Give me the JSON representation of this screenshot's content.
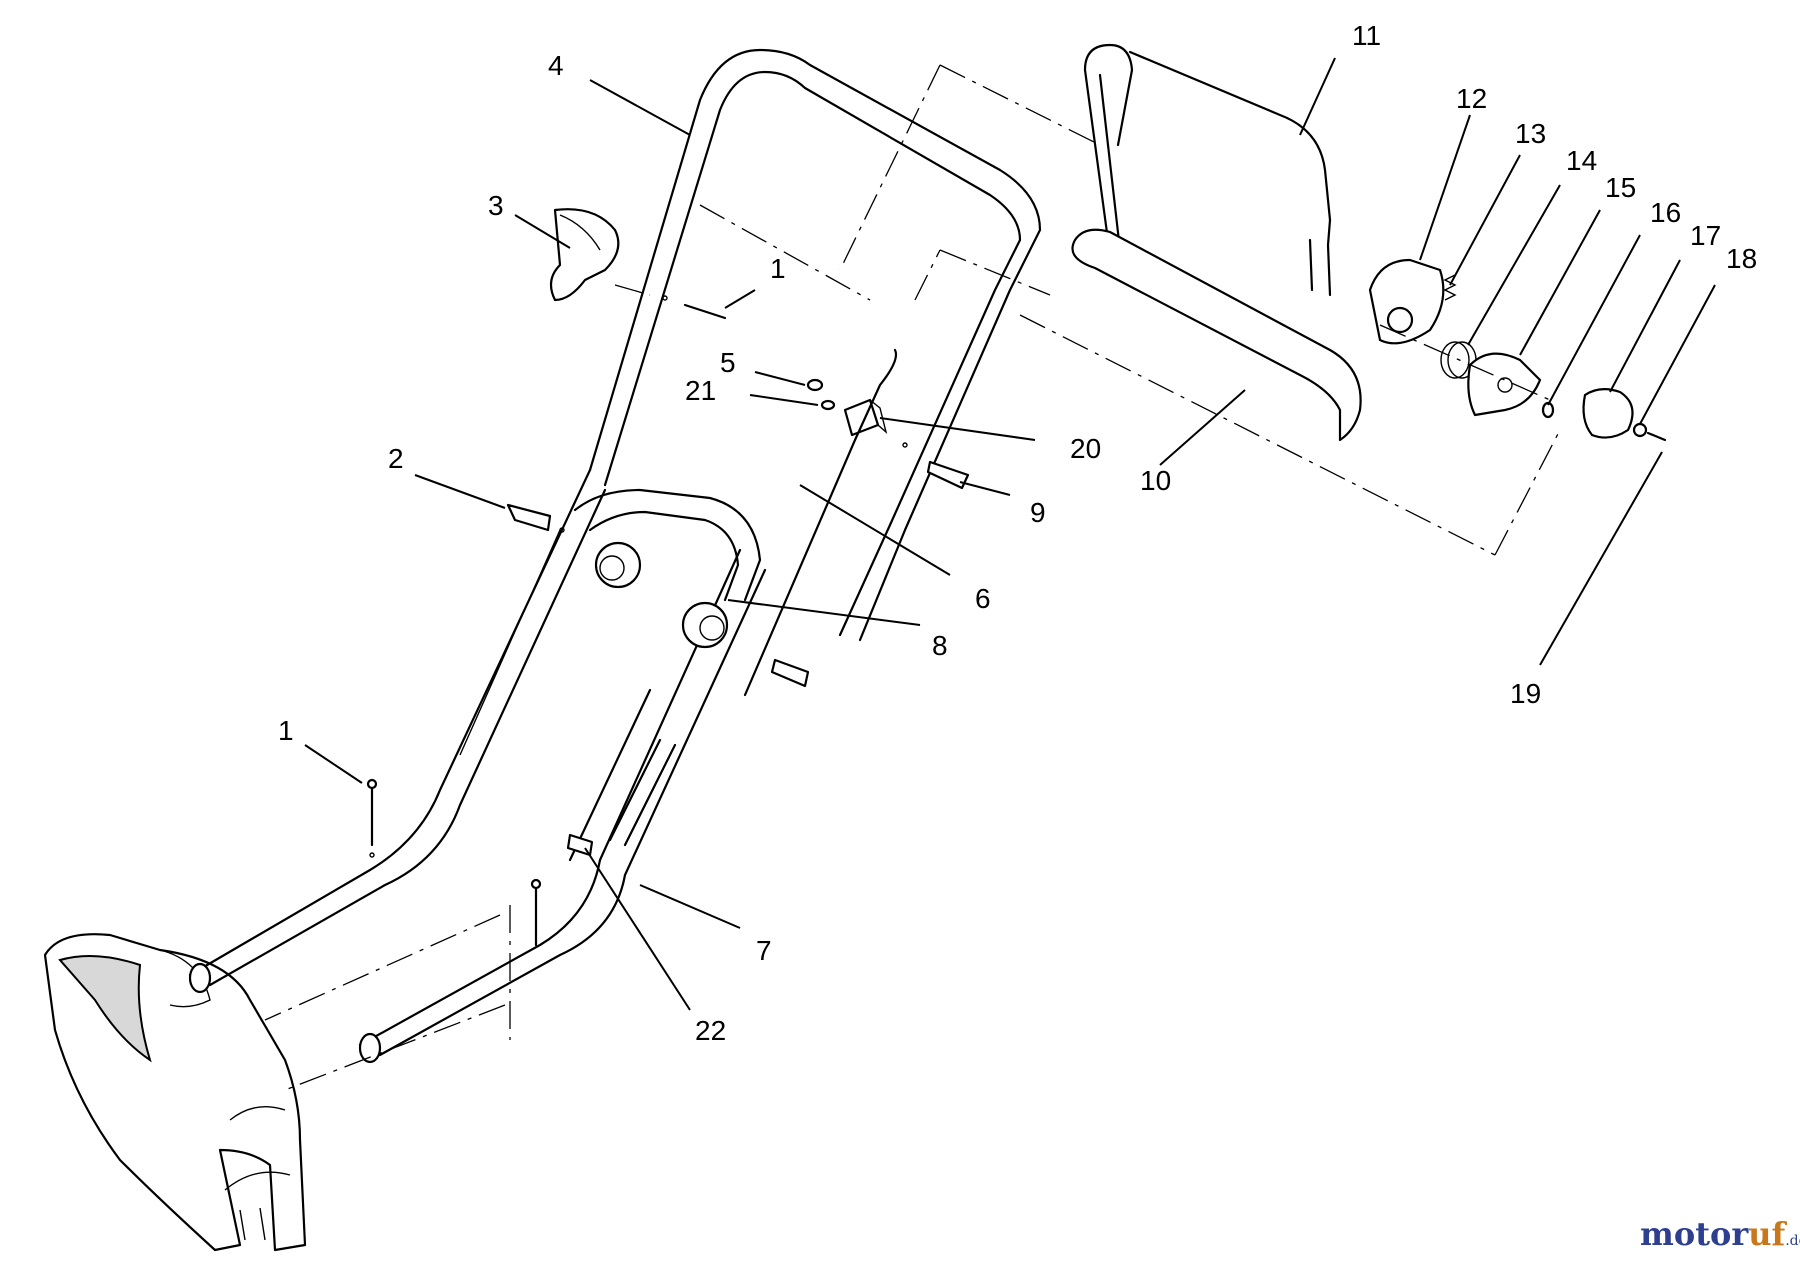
{
  "callouts": [
    {
      "id": "c1a",
      "label": "1"
    },
    {
      "id": "c1b",
      "label": "1"
    },
    {
      "id": "c2",
      "label": "2"
    },
    {
      "id": "c3",
      "label": "3"
    },
    {
      "id": "c4",
      "label": "4"
    },
    {
      "id": "c5",
      "label": "5"
    },
    {
      "id": "c6",
      "label": "6"
    },
    {
      "id": "c7",
      "label": "7"
    },
    {
      "id": "c8",
      "label": "8"
    },
    {
      "id": "c9",
      "label": "9"
    },
    {
      "id": "c10",
      "label": "10"
    },
    {
      "id": "c11",
      "label": "11"
    },
    {
      "id": "c12",
      "label": "12"
    },
    {
      "id": "c13",
      "label": "13"
    },
    {
      "id": "c14",
      "label": "14"
    },
    {
      "id": "c15",
      "label": "15"
    },
    {
      "id": "c16",
      "label": "16"
    },
    {
      "id": "c17",
      "label": "17"
    },
    {
      "id": "c18",
      "label": "18"
    },
    {
      "id": "c19",
      "label": "19"
    },
    {
      "id": "c20",
      "label": "20"
    },
    {
      "id": "c21",
      "label": "21"
    },
    {
      "id": "c22",
      "label": "22"
    }
  ],
  "watermark": {
    "brand_a": "motor",
    "brand_b": "uf",
    "suffix": ".de",
    "color_primary": "#2e3f8f",
    "color_accent": "#c8781a"
  }
}
